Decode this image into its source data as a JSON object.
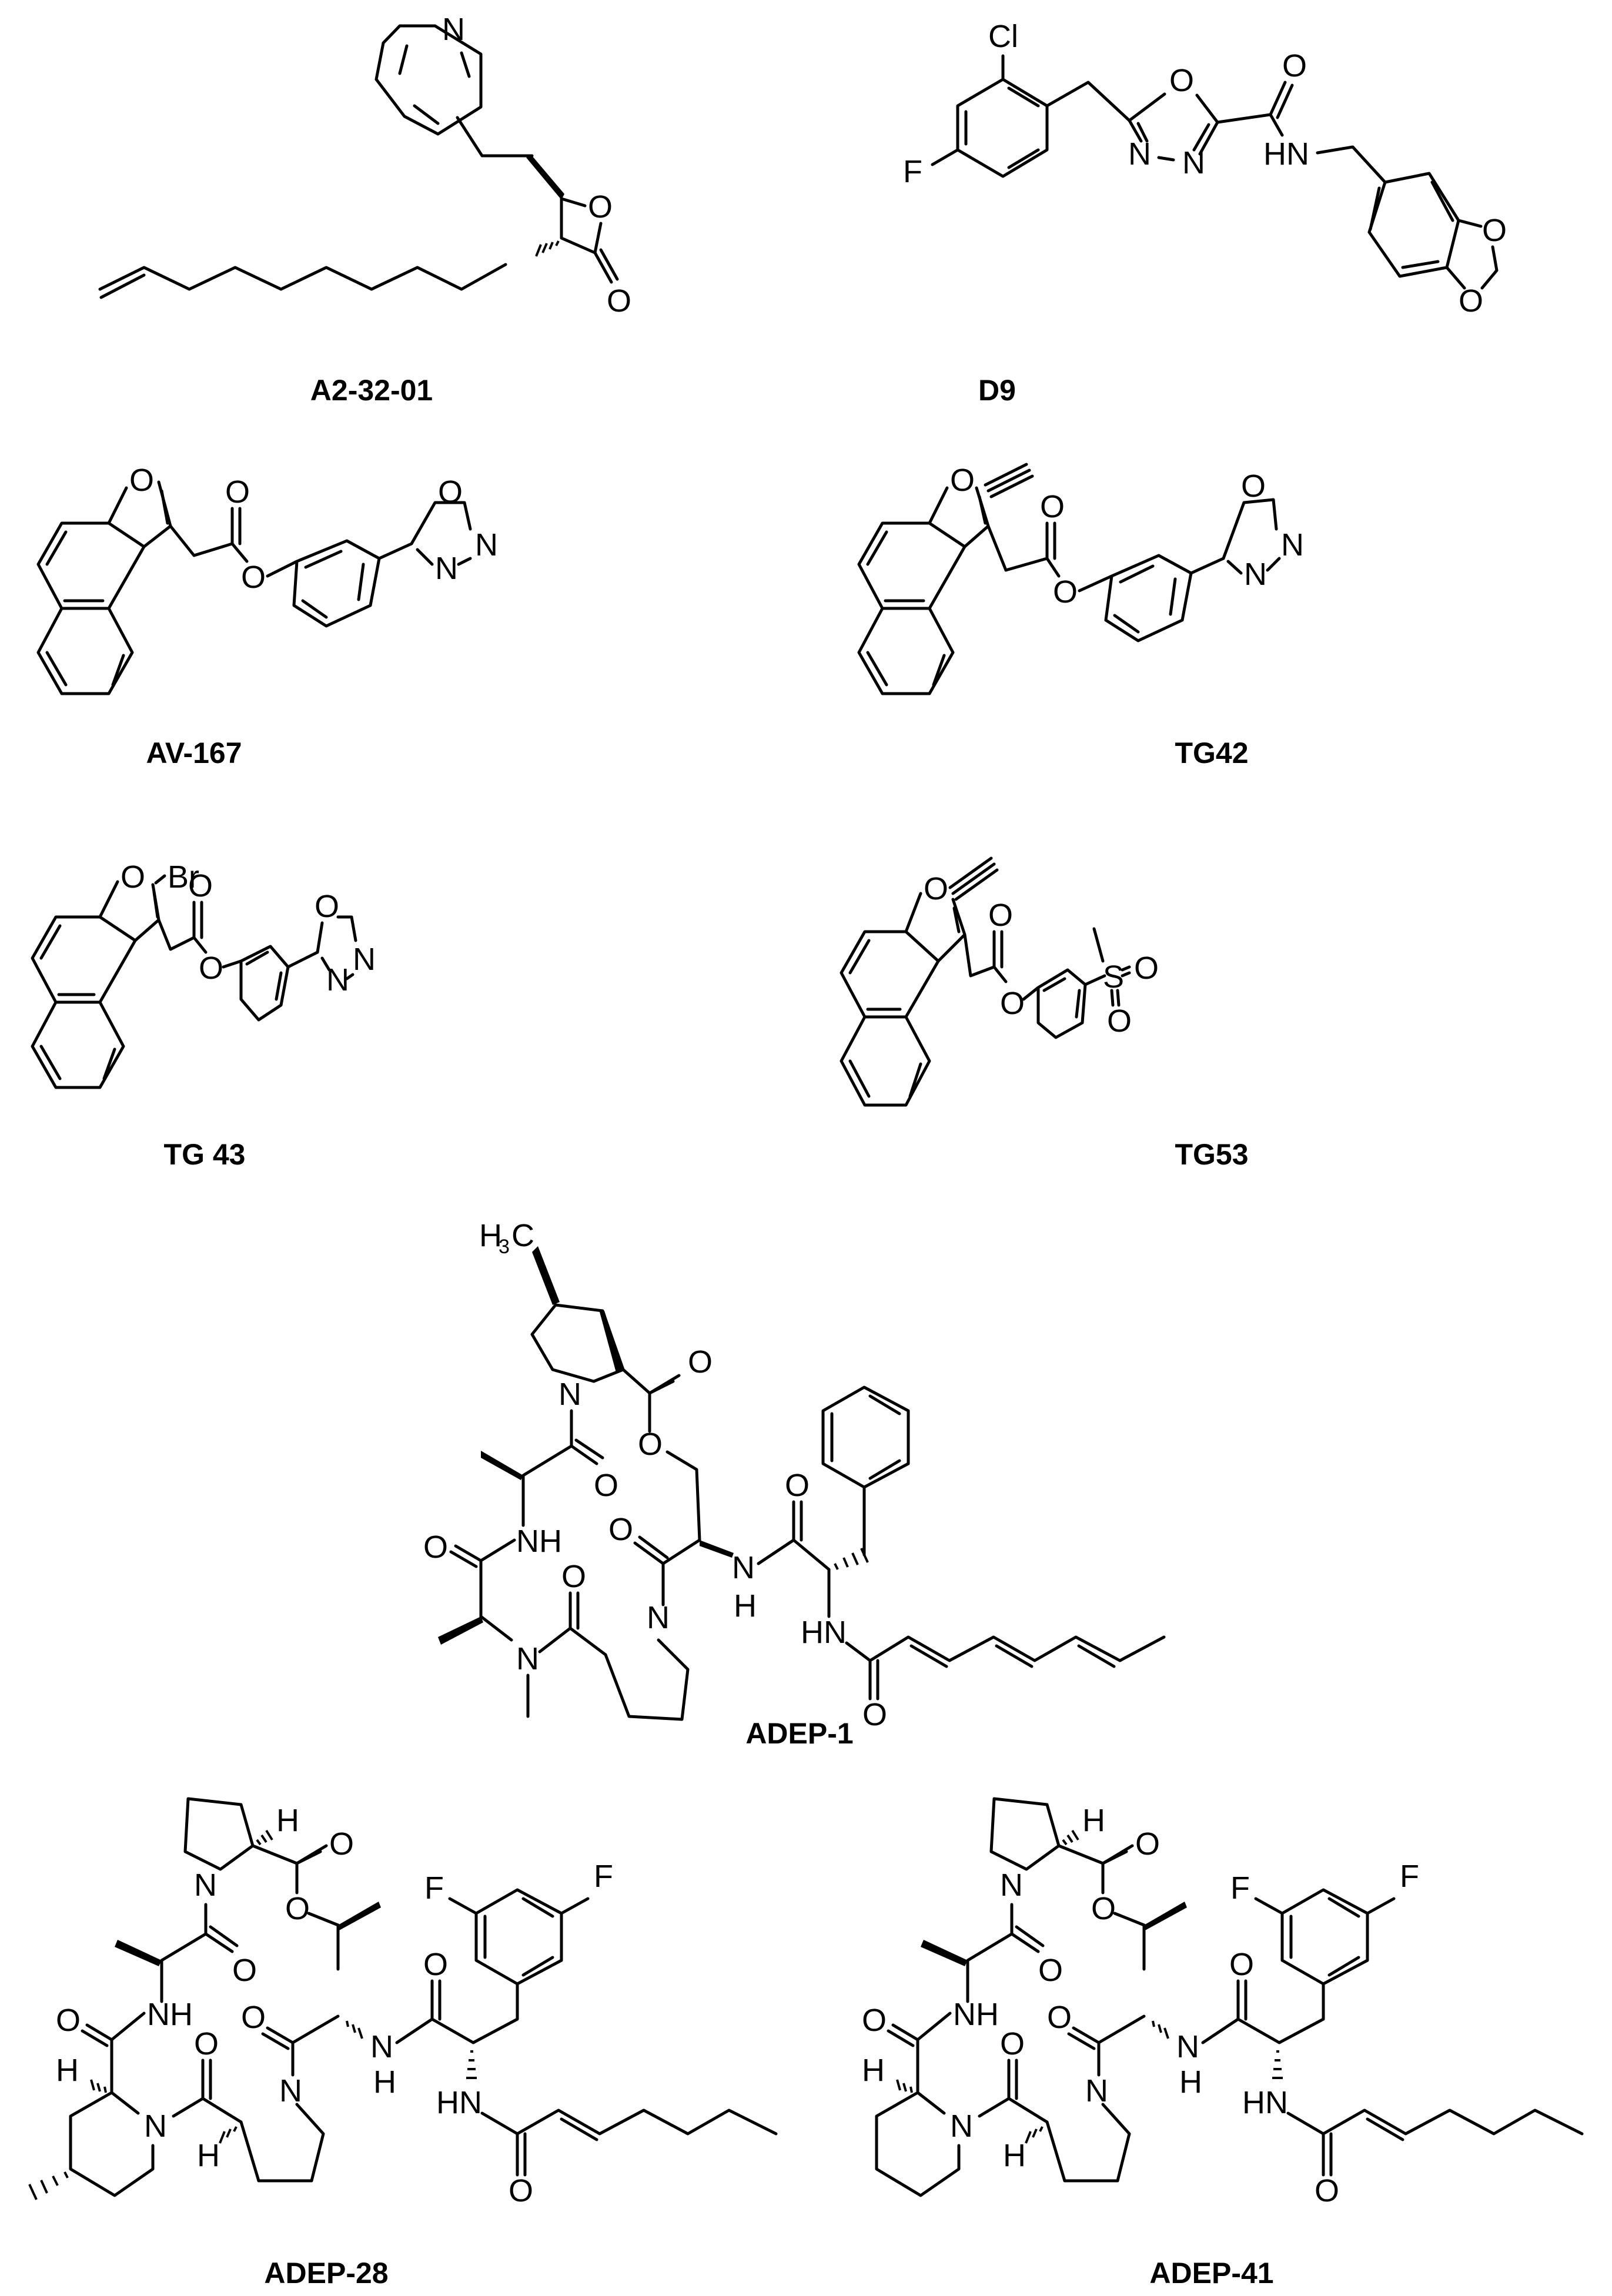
{
  "figure": {
    "type": "chemical-structures-panel",
    "compounds": [
      {
        "id": "a2-32-01",
        "label": "A2-32-01",
        "atoms": [
          "N",
          "O",
          "O"
        ],
        "class": "beta-lactone"
      },
      {
        "id": "d9",
        "label": "D9",
        "atoms": [
          "Cl",
          "F",
          "O",
          "N",
          "N",
          "O",
          "HN",
          "O",
          "O"
        ],
        "class": "oxadiazole carboxamide"
      },
      {
        "id": "av-167",
        "label": "AV-167",
        "atoms": [
          "O",
          "O",
          "O",
          "O",
          "N",
          "N"
        ],
        "class": "naphthofuran ester"
      },
      {
        "id": "tg42",
        "label": "TG42",
        "atoms": [
          "O",
          "O",
          "O",
          "O",
          "N",
          "N"
        ],
        "class": "naphthofuran ester"
      },
      {
        "id": "tg43",
        "label": "TG 43",
        "atoms": [
          "O",
          "Br",
          "O",
          "O",
          "O",
          "N",
          "N"
        ],
        "class": "naphthofuran ester"
      },
      {
        "id": "tg53",
        "label": "TG53",
        "atoms": [
          "O",
          "O",
          "O",
          "S",
          "O",
          "O"
        ],
        "class": "naphthofuran ester"
      },
      {
        "id": "adep-1",
        "label": "ADEP-1",
        "atoms": [
          "H3C",
          "N",
          "O",
          "O",
          "O",
          "NH",
          "O",
          "O",
          "N",
          "N",
          "NH",
          "O",
          "HN",
          "O"
        ],
        "class": "acyldepsipeptide"
      },
      {
        "id": "adep-28",
        "label": "ADEP-28",
        "atoms": [
          "H",
          "O",
          "N",
          "O",
          "O",
          "F",
          "F",
          "NH",
          "O",
          "O",
          "O",
          "H",
          "N",
          "N",
          "NH",
          "HN",
          "H",
          "O"
        ],
        "class": "acyldepsipeptide"
      },
      {
        "id": "adep-41",
        "label": "ADEP-41",
        "atoms": [
          "H",
          "O",
          "N",
          "O",
          "O",
          "F",
          "F",
          "NH",
          "O",
          "O",
          "O",
          "H",
          "N",
          "N",
          "NH",
          "HN",
          "H",
          "O"
        ],
        "class": "acyldepsipeptide"
      }
    ]
  }
}
